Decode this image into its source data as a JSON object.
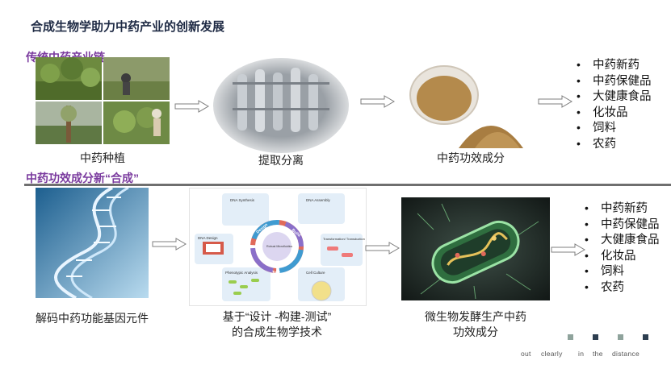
{
  "title": "合成生物学助力中药产业的创新发展",
  "section_traditional": "传统中药产业链",
  "section_synthetic": "中药功效成分新“合成”",
  "row1": {
    "planting_caption": "中药种植",
    "extraction_caption": "提取分离",
    "ingredient_caption": "中药功效成分",
    "products": [
      "中药新药",
      "中药保健品",
      "大健康食品",
      "化妆品",
      "饲料",
      "农药"
    ]
  },
  "row2": {
    "decode_caption": "解码中药功能基因元件",
    "dbt_caption_line1": "基于“设计 -构建-测试”",
    "dbt_caption_line2": "的合成生物学技术",
    "ferment_caption_line1": "微生物发酵生产中药",
    "ferment_caption_line2": "功效成分",
    "products": [
      "中药新药",
      "中药保健品",
      "大健康食品",
      "化妆品",
      "饲料",
      "农药"
    ]
  },
  "diagram": {
    "dna_synthesis": "DNA Synthesis",
    "dna_assembly": "DNA Assembly",
    "dna_design": "DNA Design",
    "transformation": "Transformation/ Transduction",
    "phenotypic_analysis": "Phenotypic Analysis",
    "cell_culture": "Cell Culture",
    "design": "Design",
    "build": "Build",
    "test": "Test",
    "center": "Robust Microfluidics"
  },
  "footer": [
    "out",
    "clearly",
    "in",
    "the",
    "distance"
  ],
  "colors": {
    "accent": "#7a3a9e",
    "title": "#1e2a44",
    "divider": "#6f6f6f",
    "square_dark": "#2d3e50",
    "square_light": "#8fa39c"
  }
}
